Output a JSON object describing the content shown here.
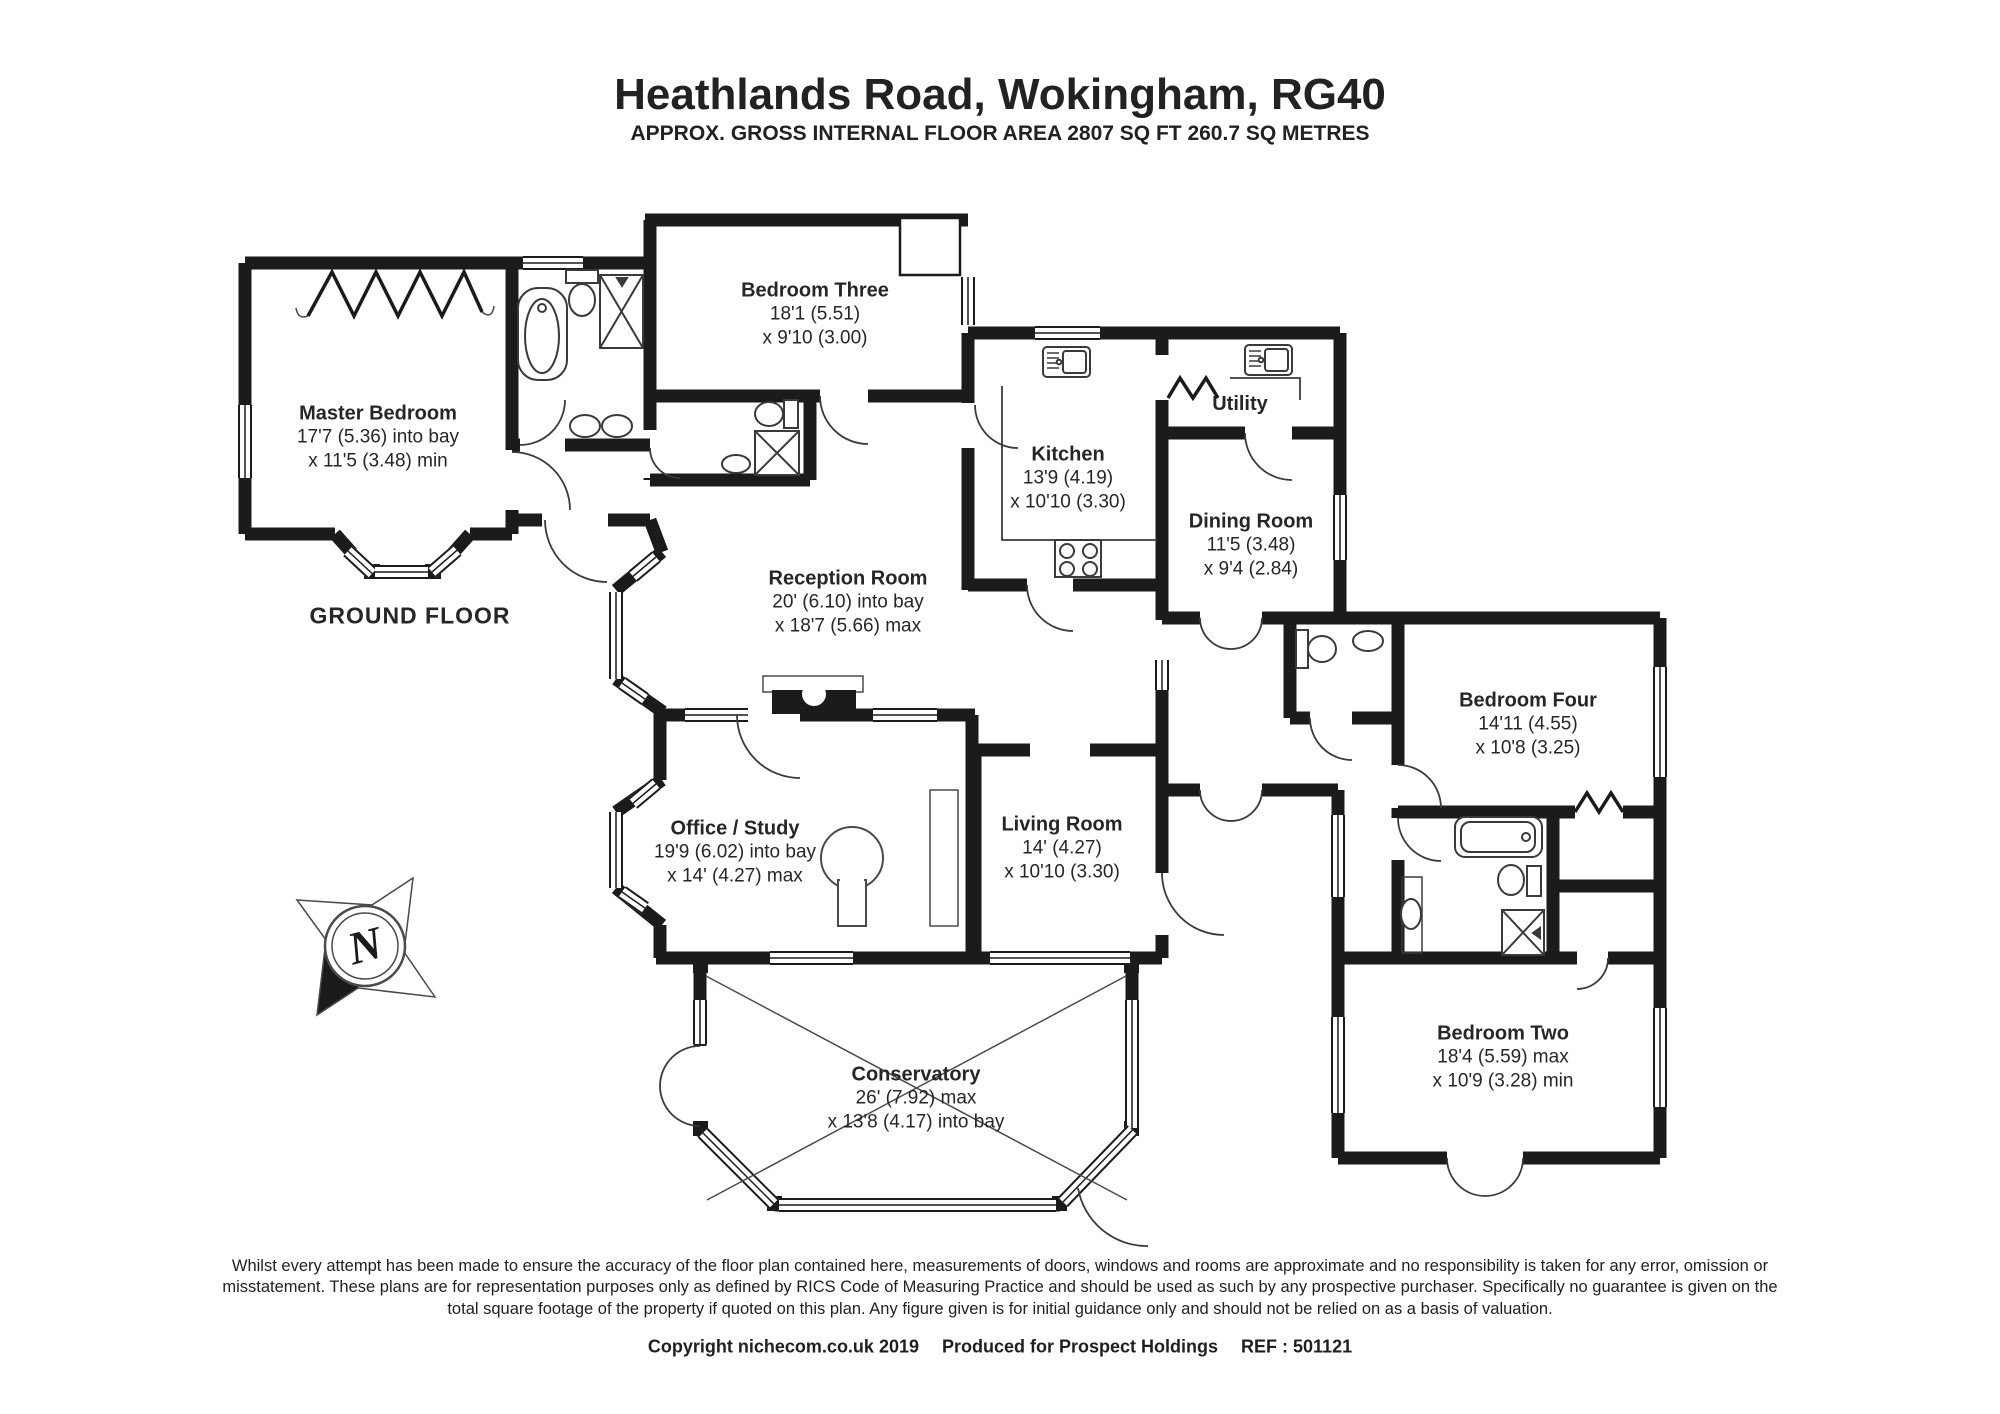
{
  "title": "Heathlands Road, Wokingham, RG40",
  "subtitle": "APPROX. GROSS INTERNAL FLOOR AREA 2807 SQ FT 260.7 SQ METRES",
  "floor_label": "GROUND FLOOR",
  "compass_letter": "N",
  "rooms": {
    "master_bedroom": {
      "name": "Master Bedroom",
      "dim1": "17'7 (5.36) into bay",
      "dim2": "x 11'5 (3.48) min"
    },
    "bedroom_three": {
      "name": "Bedroom Three",
      "dim1": "18'1 (5.51)",
      "dim2": "x 9'10 (3.00)"
    },
    "kitchen": {
      "name": "Kitchen",
      "dim1": "13'9 (4.19)",
      "dim2": "x 10'10 (3.30)"
    },
    "utility": {
      "name": "Utility"
    },
    "dining_room": {
      "name": "Dining Room",
      "dim1": "11'5 (3.48)",
      "dim2": "x 9'4 (2.84)"
    },
    "reception_room": {
      "name": "Reception Room",
      "dim1": "20' (6.10) into bay",
      "dim2": "x 18'7 (5.66) max"
    },
    "office_study": {
      "name": "Office / Study",
      "dim1": "19'9 (6.02) into bay",
      "dim2": "x 14' (4.27) max"
    },
    "living_room": {
      "name": "Living Room",
      "dim1": "14' (4.27)",
      "dim2": "x 10'10 (3.30)"
    },
    "conservatory": {
      "name": "Conservatory",
      "dim1": "26' (7.92) max",
      "dim2": "x 13'8 (4.17) into bay"
    },
    "bedroom_four": {
      "name": "Bedroom Four",
      "dim1": "14'11 (4.55)",
      "dim2": "x 10'8 (3.25)"
    },
    "bedroom_two": {
      "name": "Bedroom Two",
      "dim1": "18'4 (5.59) max",
      "dim2": "x 10'9 (3.28) min"
    }
  },
  "footer": {
    "disclaimer": "Whilst every attempt has been made to ensure the accuracy of the floor plan contained here, measurements of doors, windows and rooms are approximate and no responsibility is taken for any error, omission or misstatement. These plans are for representation purposes only as defined by RICS Code of Measuring Practice and should be used as such by any prospective purchaser. Specifically no guarantee is given on the total square footage of the property if quoted on this plan. Any figure given is for initial guidance only and should not be relied on as a basis of valuation.",
    "copyright": "Copyright nichecom.co.uk 2019  Produced for Prospect Holdings  REF : 501121"
  },
  "colors": {
    "wall": "#1b1b1b",
    "text": "#262626"
  }
}
